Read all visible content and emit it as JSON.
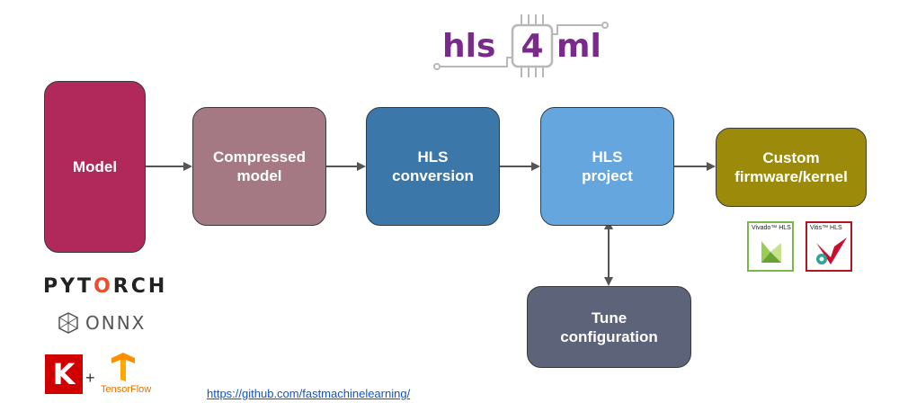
{
  "logo": {
    "part1": "hls",
    "part2": "4",
    "part3": "ml"
  },
  "boxes": {
    "model": "Model",
    "compressed": "Compressed\nmodel",
    "conversion": "HLS\nconversion",
    "project": "HLS\nproject",
    "firmware": "Custom\nfirmware/kernel",
    "tune": "Tune\nconfiguration"
  },
  "frameworks": {
    "pytorch_a": "PYT",
    "pytorch_b": "O",
    "pytorch_c": "RCH",
    "onnx": "ONNX",
    "keras": "K",
    "plus": "+",
    "tensorflow": "TensorFlow"
  },
  "tools": {
    "vivado": "Vivado™ HLS",
    "vitis": "Vitis™ HLS"
  },
  "link": "https://github.com/fastmachinelearning/",
  "colors": {
    "model": "#b0295a",
    "compressed": "#a57983",
    "conversion": "#3c77a9",
    "project": "#66a6df",
    "firmware": "#9c8b0b",
    "tune": "#5d6378",
    "logo": "#7a2a8a",
    "arrow": "#555555"
  }
}
